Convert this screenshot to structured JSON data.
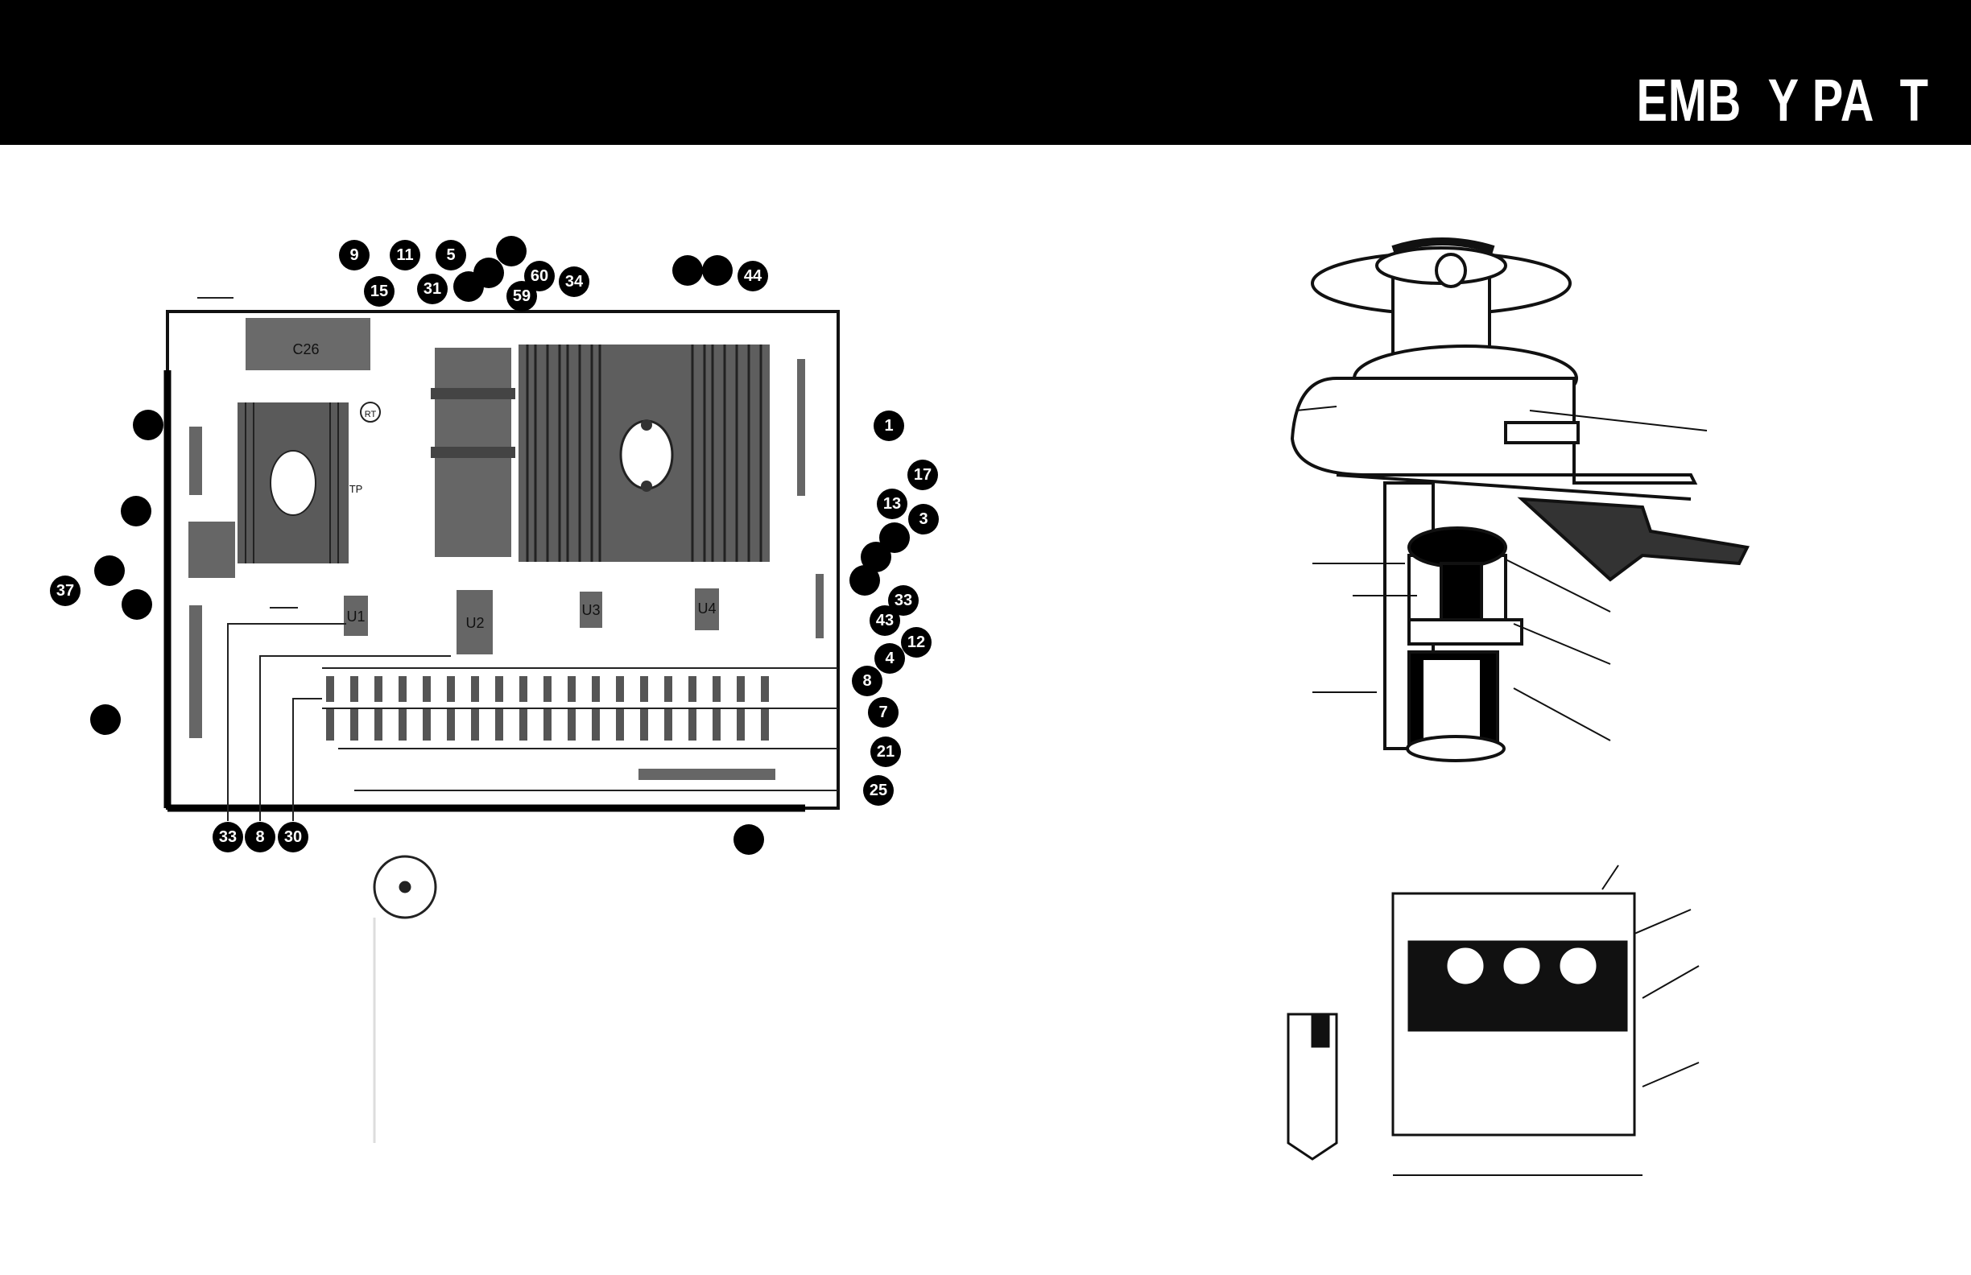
{
  "header": {
    "title": "EMB  Y PA  T"
  },
  "board": {
    "labels": {
      "c26": "C26",
      "u1": "U1",
      "u2": "U2",
      "u3": "U3",
      "u4": "U4",
      "rt": "RT",
      "tp": "TP"
    }
  },
  "callouts": [
    "9",
    "11",
    "5",
    "",
    "",
    "",
    "60",
    "59",
    "34",
    "15",
    "31",
    "",
    "",
    "44",
    "1",
    "17",
    "13",
    "3",
    "",
    "",
    "",
    "33",
    "43",
    "12",
    "4",
    "8",
    "7",
    "21",
    "25",
    "",
    "33",
    "8",
    "30",
    "",
    "",
    "",
    "37",
    "",
    ""
  ]
}
